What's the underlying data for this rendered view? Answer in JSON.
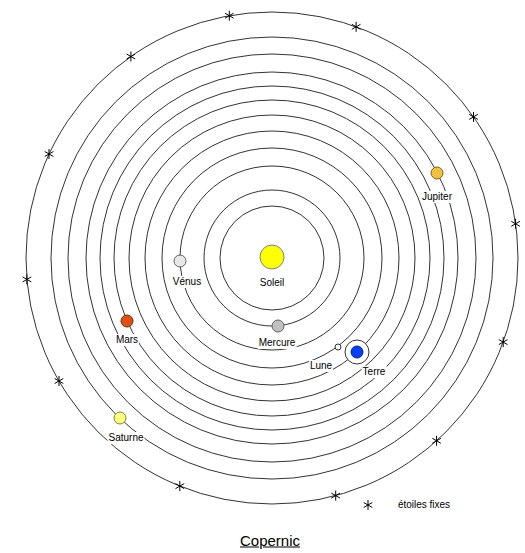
{
  "diagram": {
    "caption": "Copernic",
    "labels": [
      "Vénus",
      "Soleil",
      "Jupiter",
      "Mars",
      "Mercure",
      "Lune",
      "Terre",
      "Saturne",
      "étoiles fixes"
    ]
  }
}
